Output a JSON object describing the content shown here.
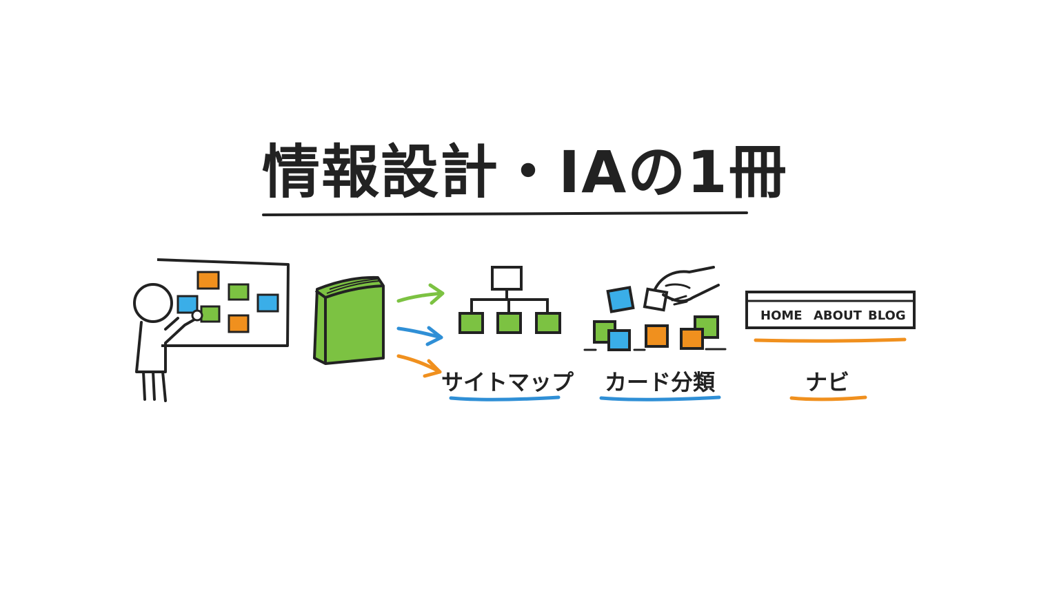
{
  "title": "情報設計・IAの1冊",
  "colors": {
    "ink": "#222222",
    "green": "#7cc242",
    "blue": "#2f8fd6",
    "orange": "#f0901e",
    "lightblue": "#3aaee8"
  },
  "labels": {
    "sitemap": "サイトマップ",
    "card_sort": "カード分類",
    "nav": "ナビ"
  },
  "nav_bar": {
    "items": [
      "HOME",
      "ABOUT",
      "BLOG"
    ]
  },
  "icons": [
    "person-at-board-icon",
    "book-icon",
    "arrow-icon",
    "sitemap-tree-icon",
    "card-sorting-icon",
    "hand-icon",
    "nav-bar-icon"
  ]
}
